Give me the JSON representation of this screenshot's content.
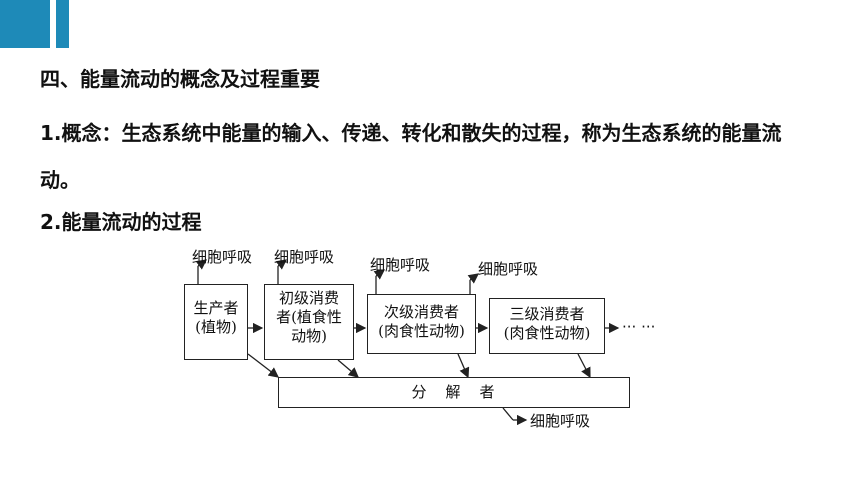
{
  "heading": {
    "title": "四、能量流动的概念及过程重要",
    "concept_line1": "1.概念：生态系统中能量的输入、传递、转化和散失的过程，称为生态系统的能量流",
    "concept_line2": "动。",
    "process": "2.能量流动的过程"
  },
  "diagram": {
    "producer_line1": "生产者",
    "producer_line2": "(植物)",
    "primary_line1": "初级消费",
    "primary_line2": "者(植食性",
    "primary_line3": "动物)",
    "secondary_line1": "次级消费者",
    "secondary_line2": "(肉食性动物)",
    "tertiary_line1": "三级消费者",
    "tertiary_line2": "(肉食性动物)",
    "decomposer": "分　解　者",
    "respiration": "细胞呼吸",
    "ellipsis": "··· ···"
  },
  "colors": {
    "accent": "#1e8ab8"
  }
}
